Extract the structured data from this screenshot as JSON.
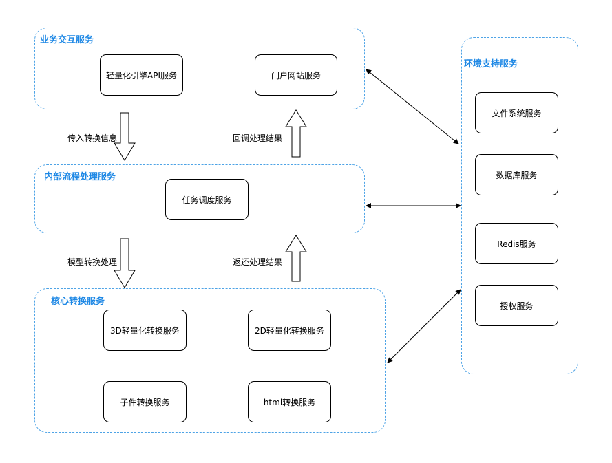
{
  "groups": {
    "business": {
      "title": "业务交互服务",
      "nodes": [
        "轻量化引擎API服务",
        "门户网站服务"
      ]
    },
    "internal": {
      "title": "内部流程处理服务",
      "nodes": [
        "任务调度服务"
      ]
    },
    "core": {
      "title": "核心转换服务",
      "nodes": [
        "3D轻量化转换服务",
        "2D轻量化转换服务",
        "子件转换服务",
        "html转换服务"
      ]
    },
    "env": {
      "title": "环境支持服务",
      "nodes": [
        "文件系统服务",
        "数据库服务",
        "Redis服务",
        "授权服务"
      ]
    }
  },
  "flows": {
    "pass_in": "传入转换信息",
    "callback": "回调处理结果",
    "model_convert": "模型转换处理",
    "return_result": "返还处理结果"
  },
  "colors": {
    "group_border": "#4da3e6",
    "group_title": "#1e88e5"
  }
}
